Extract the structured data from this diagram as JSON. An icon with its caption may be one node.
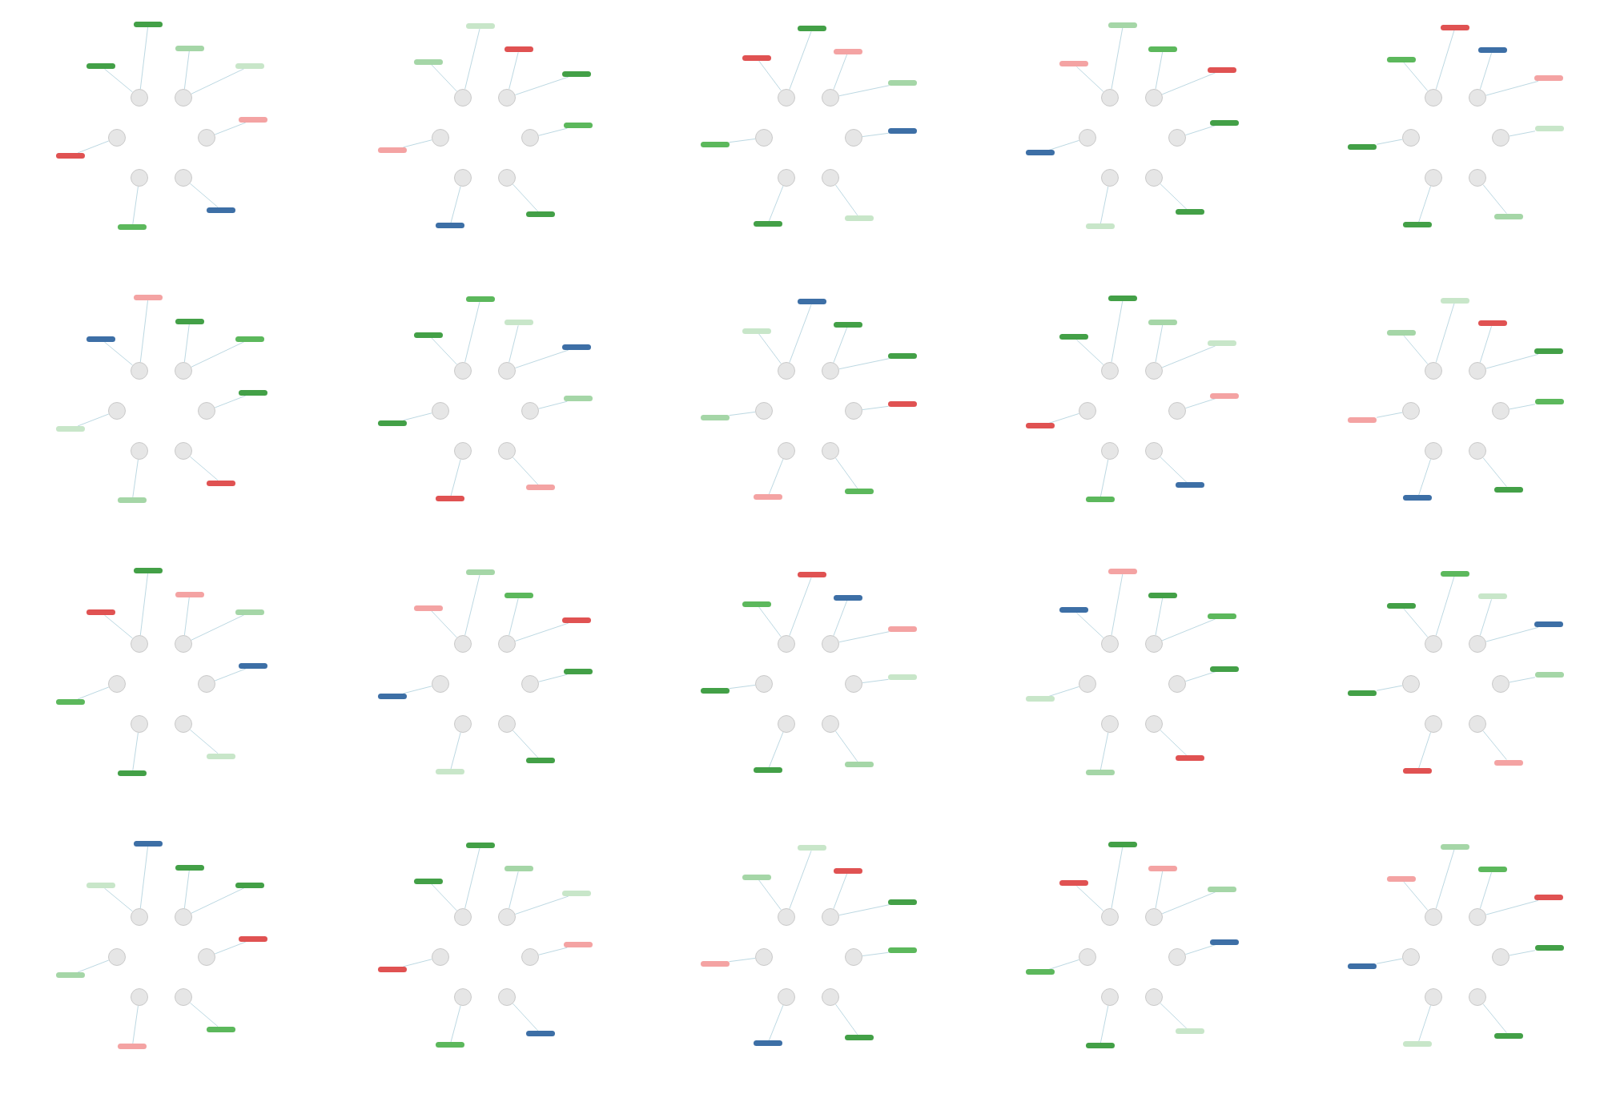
{
  "diagram": {
    "nodes": [
      {
        "text": [],
        "shape": "circle"
      },
      {
        "text": [],
        "shape": "circle"
      },
      {
        "text": [],
        "shape": "circle"
      },
      {
        "text": [],
        "shape": "circle"
      },
      {
        "text": [],
        "shape": "circle"
      },
      {
        "text": [],
        "shape": "circle"
      },
      {
        "text": [],
        "shape": "bar"
      },
      {
        "text": [],
        "shape": "bar"
      },
      {
        "text": [],
        "shape": "bar"
      },
      {
        "text": [],
        "shape": "bar"
      },
      {
        "text": [],
        "shape": "bar"
      },
      {
        "text": [],
        "shape": "bar"
      },
      {
        "text": [],
        "shape": "bar"
      },
      {
        "text": [],
        "shape": "bar"
      },
      {
        "text": [],
        "shape": "circle"
      },
      {
        "text": [],
        "shape": "circle"
      },
      {
        "text": [],
        "shape": "circle"
      },
      {
        "text": [],
        "shape": "circle"
      },
      {
        "text": [],
        "shape": "circle"
      },
      {
        "text": [],
        "shape": "circle"
      },
      {
        "text": [],
        "shape": "bar"
      },
      {
        "text": [],
        "shape": "bar"
      },
      {
        "text": [],
        "shape": "bar"
      },
      {
        "text": [],
        "shape": "bar"
      },
      {
        "text": [],
        "shape": "bar"
      },
      {
        "text": [],
        "shape": "bar"
      },
      {
        "text": [],
        "shape": "bar"
      },
      {
        "text": [],
        "shape": "bar"
      },
      {
        "text": [],
        "shape": "circle"
      },
      {
        "text": [],
        "shape": "circle"
      },
      {
        "text": [],
        "shape": "circle"
      },
      {
        "text": [],
        "shape": "circle"
      },
      {
        "text": [],
        "shape": "circle"
      },
      {
        "text": [],
        "shape": "circle"
      },
      {
        "text": [],
        "shape": "bar"
      },
      {
        "text": [],
        "shape": "bar"
      },
      {
        "text": [],
        "shape": "bar"
      },
      {
        "text": [],
        "shape": "bar"
      },
      {
        "text": [],
        "shape": "bar"
      },
      {
        "text": [],
        "shape": "bar"
      },
      {
        "text": [],
        "shape": "bar"
      },
      {
        "text": [],
        "shape": "bar"
      },
      {
        "text": [],
        "shape": "circle"
      },
      {
        "text": [],
        "shape": "circle"
      },
      {
        "text": [],
        "shape": "circle"
      },
      {
        "text": [],
        "shape": "circle"
      },
      {
        "text": [],
        "shape": "circle"
      },
      {
        "text": [],
        "shape": "circle"
      },
      {
        "text": [],
        "shape": "bar"
      },
      {
        "text": [],
        "shape": "bar"
      },
      {
        "text": [],
        "shape": "bar"
      },
      {
        "text": [],
        "shape": "bar"
      },
      {
        "text": [],
        "shape": "bar"
      },
      {
        "text": [],
        "shape": "bar"
      },
      {
        "text": [],
        "shape": "bar"
      },
      {
        "text": [],
        "shape": "bar"
      },
      {
        "text": [],
        "shape": "circle"
      },
      {
        "text": [],
        "shape": "circle"
      },
      {
        "text": [],
        "shape": "circle"
      },
      {
        "text": [],
        "shape": "circle"
      },
      {
        "text": [],
        "shape": "circle"
      },
      {
        "text": [],
        "shape": "circle"
      },
      {
        "text": [],
        "shape": "bar"
      },
      {
        "text": [],
        "shape": "bar"
      },
      {
        "text": [],
        "shape": "bar"
      },
      {
        "text": [],
        "shape": "bar"
      },
      {
        "text": [],
        "shape": "bar"
      },
      {
        "text": [],
        "shape": "bar"
      },
      {
        "text": [],
        "shape": "bar"
      },
      {
        "text": [],
        "shape": "bar"
      },
      {
        "text": [],
        "shape": "circle"
      },
      {
        "text": [],
        "shape": "circle"
      },
      {
        "text": [],
        "shape": "circle"
      },
      {
        "text": [],
        "shape": "circle"
      },
      {
        "text": [],
        "shape": "circle"
      },
      {
        "text": [],
        "shape": "circle"
      },
      {
        "text": [],
        "shape": "bar"
      },
      {
        "text": [],
        "shape": "bar"
      },
      {
        "text": [],
        "shape": "bar"
      },
      {
        "text": [],
        "shape": "bar"
      },
      {
        "text": [],
        "shape": "bar"
      },
      {
        "text": [],
        "shape": "bar"
      },
      {
        "text": [],
        "shape": "bar"
      },
      {
        "text": [],
        "shape": "bar"
      },
      {
        "text": [],
        "shape": "circle"
      },
      {
        "text": [],
        "shape": "circle"
      },
      {
        "text": [],
        "shape": "circle"
      },
      {
        "text": [],
        "shape": "circle"
      },
      {
        "text": [],
        "shape": "circle"
      },
      {
        "text": [],
        "shape": "circle"
      },
      {
        "text": [],
        "shape": "bar"
      },
      {
        "text": [],
        "shape": "bar"
      },
      {
        "text": [],
        "shape": "bar"
      },
      {
        "text": [],
        "shape": "bar"
      },
      {
        "text": [],
        "shape": "bar"
      },
      {
        "text": [],
        "shape": "bar"
      },
      {
        "text": [],
        "shape": "bar"
      },
      {
        "text": [],
        "shape": "bar"
      },
      {
        "text": [],
        "shape": "circle"
      },
      {
        "text": [],
        "shape": "circle"
      },
      {
        "text": [],
        "shape": "circle"
      },
      {
        "text": [],
        "shape": "circle"
      },
      {
        "text": [],
        "shape": "circle"
      },
      {
        "text": [],
        "shape": "circle"
      },
      {
        "text": [],
        "shape": "bar"
      },
      {
        "text": [],
        "shape": "bar"
      },
      {
        "text": [],
        "shape": "bar"
      },
      {
        "text": [],
        "shape": "bar"
      },
      {
        "text": [],
        "shape": "bar"
      },
      {
        "text": [],
        "shape": "bar"
      },
      {
        "text": [],
        "shape": "bar"
      },
      {
        "text": [],
        "shape": "bar"
      },
      {
        "text": [],
        "shape": "circle"
      },
      {
        "text": [],
        "shape": "circle"
      },
      {
        "text": [],
        "shape": "circle"
      },
      {
        "text": [],
        "shape": "circle"
      },
      {
        "text": [],
        "shape": "circle"
      },
      {
        "text": [],
        "shape": "circle"
      },
      {
        "text": [],
        "shape": "bar"
      },
      {
        "text": [],
        "shape": "bar"
      },
      {
        "text": [],
        "shape": "bar"
      },
      {
        "text": [],
        "shape": "bar"
      },
      {
        "text": [],
        "shape": "bar"
      },
      {
        "text": [],
        "shape": "bar"
      },
      {
        "text": [],
        "shape": "bar"
      },
      {
        "text": [],
        "shape": "bar"
      },
      {
        "text": [],
        "shape": "circle"
      },
      {
        "text": [],
        "shape": "circle"
      },
      {
        "text": [],
        "shape": "circle"
      },
      {
        "text": [],
        "shape": "circle"
      },
      {
        "text": [],
        "shape": "circle"
      },
      {
        "text": [],
        "shape": "circle"
      },
      {
        "text": [],
        "shape": "bar"
      },
      {
        "text": [],
        "shape": "bar"
      },
      {
        "text": [],
        "shape": "bar"
      },
      {
        "text": [],
        "shape": "bar"
      },
      {
        "text": [],
        "shape": "bar"
      },
      {
        "text": [],
        "shape": "bar"
      },
      {
        "text": [],
        "shape": "bar"
      },
      {
        "text": [],
        "shape": "bar"
      },
      {
        "text": [],
        "shape": "circle"
      },
      {
        "text": [],
        "shape": "circle"
      },
      {
        "text": [],
        "shape": "circle"
      },
      {
        "text": [],
        "shape": "circle"
      },
      {
        "text": [],
        "shape": "circle"
      },
      {
        "text": [],
        "shape": "circle"
      },
      {
        "text": [],
        "shape": "bar"
      },
      {
        "text": [],
        "shape": "bar"
      },
      {
        "text": [],
        "shape": "bar"
      },
      {
        "text": [],
        "shape": "bar"
      },
      {
        "text": [],
        "shape": "bar"
      },
      {
        "text": [],
        "shape": "bar"
      },
      {
        "text": [],
        "shape": "bar"
      },
      {
        "text": [],
        "shape": "bar"
      },
      {
        "text": [],
        "shape": "circle"
      },
      {
        "text": [],
        "shape": "circle"
      },
      {
        "text": [],
        "shape": "circle"
      },
      {
        "text": [],
        "shape": "circle"
      },
      {
        "text": [],
        "shape": "circle"
      },
      {
        "text": [],
        "shape": "circle"
      },
      {
        "text": [],
        "shape": "bar"
      },
      {
        "text": [],
        "shape": "bar"
      },
      {
        "text": [],
        "shape": "bar"
      },
      {
        "text": [],
        "shape": "bar"
      },
      {
        "text": [],
        "shape": "bar"
      },
      {
        "text": [],
        "shape": "bar"
      },
      {
        "text": [],
        "shape": "bar"
      },
      {
        "text": [],
        "shape": "bar"
      },
      {
        "text": [],
        "shape": "circle"
      },
      {
        "text": [],
        "shape": "circle"
      },
      {
        "text": [],
        "shape": "circle"
      },
      {
        "text": [],
        "shape": "circle"
      },
      {
        "text": [],
        "shape": "circle"
      },
      {
        "text": [],
        "shape": "circle"
      },
      {
        "text": [],
        "shape": "bar"
      },
      {
        "text": [],
        "shape": "bar"
      },
      {
        "text": [],
        "shape": "bar"
      },
      {
        "text": [],
        "shape": "bar"
      },
      {
        "text": [],
        "shape": "bar"
      },
      {
        "text": [],
        "shape": "bar"
      },
      {
        "text": [],
        "shape": "bar"
      },
      {
        "text": [],
        "shape": "bar"
      },
      {
        "text": [],
        "shape": "circle"
      },
      {
        "text": [],
        "shape": "circle"
      },
      {
        "text": [],
        "shape": "circle"
      },
      {
        "text": [],
        "shape": "circle"
      },
      {
        "text": [],
        "shape": "circle"
      },
      {
        "text": [],
        "shape": "circle"
      },
      {
        "text": [],
        "shape": "bar"
      },
      {
        "text": [],
        "shape": "bar"
      },
      {
        "text": [],
        "shape": "bar"
      },
      {
        "text": [],
        "shape": "bar"
      },
      {
        "text": [],
        "shape": "bar"
      },
      {
        "text": [],
        "shape": "bar"
      },
      {
        "text": [],
        "shape": "bar"
      },
      {
        "text": [],
        "shape": "bar"
      },
      {
        "text": [],
        "shape": "circle"
      },
      {
        "text": [],
        "shape": "circle"
      },
      {
        "text": [],
        "shape": "circle"
      },
      {
        "text": [],
        "shape": "circle"
      },
      {
        "text": [],
        "shape": "circle"
      },
      {
        "text": [],
        "shape": "circle"
      },
      {
        "text": [],
        "shape": "bar"
      },
      {
        "text": [],
        "shape": "bar"
      },
      {
        "text": [],
        "shape": "bar"
      },
      {
        "text": [],
        "shape": "bar"
      },
      {
        "text": [],
        "shape": "bar"
      },
      {
        "text": [],
        "shape": "bar"
      },
      {
        "text": [],
        "shape": "bar"
      },
      {
        "text": [],
        "shape": "bar"
      },
      {
        "text": [],
        "shape": "circle"
      },
      {
        "text": [],
        "shape": "circle"
      },
      {
        "text": [],
        "shape": "circle"
      },
      {
        "text": [],
        "shape": "circle"
      },
      {
        "text": [],
        "shape": "circle"
      },
      {
        "text": [],
        "shape": "circle"
      },
      {
        "text": [],
        "shape": "bar"
      },
      {
        "text": [],
        "shape": "bar"
      },
      {
        "text": [],
        "shape": "bar"
      },
      {
        "text": [],
        "shape": "bar"
      },
      {
        "text": [],
        "shape": "bar"
      },
      {
        "text": [],
        "shape": "bar"
      },
      {
        "text": [],
        "shape": "bar"
      },
      {
        "text": [],
        "shape": "bar"
      },
      {
        "text": [],
        "shape": "circle"
      },
      {
        "text": [],
        "shape": "circle"
      },
      {
        "text": [],
        "shape": "circle"
      },
      {
        "text": [],
        "shape": "circle"
      },
      {
        "text": [],
        "shape": "circle"
      },
      {
        "text": [],
        "shape": "circle"
      },
      {
        "text": [],
        "shape": "bar"
      },
      {
        "text": [],
        "shape": "bar"
      },
      {
        "text": [],
        "shape": "bar"
      },
      {
        "text": [],
        "shape": "bar"
      },
      {
        "text": [],
        "shape": "bar"
      },
      {
        "text": [],
        "shape": "bar"
      },
      {
        "text": [],
        "shape": "bar"
      },
      {
        "text": [],
        "shape": "bar"
      },
      {
        "text": [],
        "shape": "circle"
      },
      {
        "text": [],
        "shape": "circle"
      },
      {
        "text": [],
        "shape": "circle"
      },
      {
        "text": [],
        "shape": "circle"
      },
      {
        "text": [],
        "shape": "circle"
      },
      {
        "text": [],
        "shape": "circle"
      },
      {
        "text": [],
        "shape": "bar"
      },
      {
        "text": [],
        "shape": "bar"
      },
      {
        "text": [],
        "shape": "bar"
      },
      {
        "text": [],
        "shape": "bar"
      },
      {
        "text": [],
        "shape": "bar"
      },
      {
        "text": [],
        "shape": "bar"
      },
      {
        "text": [],
        "shape": "bar"
      },
      {
        "text": [],
        "shape": "bar"
      },
      {
        "text": [],
        "shape": "circle"
      },
      {
        "text": [],
        "shape": "circle"
      },
      {
        "text": [],
        "shape": "circle"
      },
      {
        "text": [],
        "shape": "circle"
      },
      {
        "text": [],
        "shape": "circle"
      },
      {
        "text": [],
        "shape": "circle"
      },
      {
        "text": [],
        "shape": "bar"
      },
      {
        "text": [],
        "shape": "bar"
      },
      {
        "text": [],
        "shape": "bar"
      },
      {
        "text": [],
        "shape": "bar"
      },
      {
        "text": [],
        "shape": "bar"
      },
      {
        "text": [],
        "shape": "bar"
      },
      {
        "text": [],
        "shape": "bar"
      },
      {
        "text": [],
        "shape": "bar"
      },
      {
        "text": [],
        "shape": "circle"
      },
      {
        "text": [],
        "shape": "circle"
      },
      {
        "text": [],
        "shape": "circle"
      },
      {
        "text": [],
        "shape": "circle"
      },
      {
        "text": [],
        "shape": "circle"
      },
      {
        "text": [],
        "shape": "circle"
      },
      {
        "text": [],
        "shape": "bar"
      },
      {
        "text": [],
        "shape": "bar"
      },
      {
        "text": [],
        "shape": "bar"
      },
      {
        "text": [],
        "shape": "bar"
      },
      {
        "text": [],
        "shape": "bar"
      },
      {
        "text": [],
        "shape": "bar"
      },
      {
        "text": [],
        "shape": "bar"
      },
      {
        "text": [],
        "shape": "bar"
      }
    ],
    "edges": [
      {
        "from": 0,
        "to": 6,
        "arrow": "none"
      },
      {
        "from": 1,
        "to": 7,
        "arrow": "none"
      },
      {
        "from": 2,
        "to": 8,
        "arrow": "none"
      },
      {
        "from": 3,
        "to": 9,
        "arrow": "none"
      },
      {
        "from": 4,
        "to": 10,
        "arrow": "none"
      },
      {
        "from": 5,
        "to": 11,
        "arrow": "none"
      },
      {
        "from": 0,
        "to": 12,
        "arrow": "none"
      },
      {
        "from": 1,
        "to": 13,
        "arrow": "none"
      },
      {
        "from": 14,
        "to": 20,
        "arrow": "none"
      },
      {
        "from": 15,
        "to": 21,
        "arrow": "none"
      },
      {
        "from": 16,
        "to": 22,
        "arrow": "none"
      },
      {
        "from": 17,
        "to": 23,
        "arrow": "none"
      },
      {
        "from": 18,
        "to": 24,
        "arrow": "none"
      },
      {
        "from": 19,
        "to": 25,
        "arrow": "none"
      },
      {
        "from": 14,
        "to": 26,
        "arrow": "none"
      },
      {
        "from": 15,
        "to": 27,
        "arrow": "none"
      },
      {
        "from": 28,
        "to": 34,
        "arrow": "none"
      },
      {
        "from": 29,
        "to": 35,
        "arrow": "none"
      },
      {
        "from": 30,
        "to": 36,
        "arrow": "none"
      },
      {
        "from": 31,
        "to": 37,
        "arrow": "none"
      },
      {
        "from": 32,
        "to": 38,
        "arrow": "none"
      },
      {
        "from": 33,
        "to": 39,
        "arrow": "none"
      },
      {
        "from": 28,
        "to": 40,
        "arrow": "none"
      },
      {
        "from": 29,
        "to": 41,
        "arrow": "none"
      },
      {
        "from": 42,
        "to": 48,
        "arrow": "none"
      },
      {
        "from": 43,
        "to": 49,
        "arrow": "none"
      },
      {
        "from": 44,
        "to": 50,
        "arrow": "none"
      },
      {
        "from": 45,
        "to": 51,
        "arrow": "none"
      },
      {
        "from": 46,
        "to": 52,
        "arrow": "none"
      },
      {
        "from": 47,
        "to": 53,
        "arrow": "none"
      },
      {
        "from": 42,
        "to": 54,
        "arrow": "none"
      },
      {
        "from": 43,
        "to": 55,
        "arrow": "none"
      },
      {
        "from": 56,
        "to": 62,
        "arrow": "none"
      },
      {
        "from": 57,
        "to": 63,
        "arrow": "none"
      },
      {
        "from": 58,
        "to": 64,
        "arrow": "none"
      },
      {
        "from": 59,
        "to": 65,
        "arrow": "none"
      },
      {
        "from": 60,
        "to": 66,
        "arrow": "none"
      },
      {
        "from": 61,
        "to": 67,
        "arrow": "none"
      },
      {
        "from": 56,
        "to": 68,
        "arrow": "none"
      },
      {
        "from": 57,
        "to": 69,
        "arrow": "none"
      },
      {
        "from": 70,
        "to": 76,
        "arrow": "none"
      },
      {
        "from": 71,
        "to": 77,
        "arrow": "none"
      },
      {
        "from": 72,
        "to": 78,
        "arrow": "none"
      },
      {
        "from": 73,
        "to": 79,
        "arrow": "none"
      },
      {
        "from": 74,
        "to": 80,
        "arrow": "none"
      },
      {
        "from": 75,
        "to": 81,
        "arrow": "none"
      },
      {
        "from": 70,
        "to": 82,
        "arrow": "none"
      },
      {
        "from": 71,
        "to": 83,
        "arrow": "none"
      },
      {
        "from": 84,
        "to": 90,
        "arrow": "none"
      },
      {
        "from": 85,
        "to": 91,
        "arrow": "none"
      },
      {
        "from": 86,
        "to": 92,
        "arrow": "none"
      },
      {
        "from": 87,
        "to": 93,
        "arrow": "none"
      },
      {
        "from": 88,
        "to": 94,
        "arrow": "none"
      },
      {
        "from": 89,
        "to": 95,
        "arrow": "none"
      },
      {
        "from": 84,
        "to": 96,
        "arrow": "none"
      },
      {
        "from": 85,
        "to": 97,
        "arrow": "none"
      },
      {
        "from": 98,
        "to": 104,
        "arrow": "none"
      },
      {
        "from": 99,
        "to": 105,
        "arrow": "none"
      },
      {
        "from": 100,
        "to": 106,
        "arrow": "none"
      },
      {
        "from": 101,
        "to": 107,
        "arrow": "none"
      },
      {
        "from": 102,
        "to": 108,
        "arrow": "none"
      },
      {
        "from": 103,
        "to": 109,
        "arrow": "none"
      },
      {
        "from": 98,
        "to": 110,
        "arrow": "none"
      },
      {
        "from": 99,
        "to": 111,
        "arrow": "none"
      },
      {
        "from": 112,
        "to": 118,
        "arrow": "none"
      },
      {
        "from": 113,
        "to": 119,
        "arrow": "none"
      },
      {
        "from": 114,
        "to": 120,
        "arrow": "none"
      },
      {
        "from": 115,
        "to": 121,
        "arrow": "none"
      },
      {
        "from": 116,
        "to": 122,
        "arrow": "none"
      },
      {
        "from": 117,
        "to": 123,
        "arrow": "none"
      },
      {
        "from": 112,
        "to": 124,
        "arrow": "none"
      },
      {
        "from": 113,
        "to": 125,
        "arrow": "none"
      },
      {
        "from": 126,
        "to": 132,
        "arrow": "none"
      },
      {
        "from": 127,
        "to": 133,
        "arrow": "none"
      },
      {
        "from": 128,
        "to": 134,
        "arrow": "none"
      },
      {
        "from": 129,
        "to": 135,
        "arrow": "none"
      },
      {
        "from": 130,
        "to": 136,
        "arrow": "none"
      },
      {
        "from": 131,
        "to": 137,
        "arrow": "none"
      },
      {
        "from": 126,
        "to": 138,
        "arrow": "none"
      },
      {
        "from": 127,
        "to": 139,
        "arrow": "none"
      },
      {
        "from": 140,
        "to": 146,
        "arrow": "none"
      },
      {
        "from": 141,
        "to": 147,
        "arrow": "none"
      },
      {
        "from": 142,
        "to": 148,
        "arrow": "none"
      },
      {
        "from": 143,
        "to": 149,
        "arrow": "none"
      },
      {
        "from": 144,
        "to": 150,
        "arrow": "none"
      },
      {
        "from": 145,
        "to": 151,
        "arrow": "none"
      },
      {
        "from": 140,
        "to": 152,
        "arrow": "none"
      },
      {
        "from": 141,
        "to": 153,
        "arrow": "none"
      },
      {
        "from": 154,
        "to": 160,
        "arrow": "none"
      },
      {
        "from": 155,
        "to": 161,
        "arrow": "none"
      },
      {
        "from": 156,
        "to": 162,
        "arrow": "none"
      },
      {
        "from": 157,
        "to": 163,
        "arrow": "none"
      },
      {
        "from": 158,
        "to": 164,
        "arrow": "none"
      },
      {
        "from": 159,
        "to": 165,
        "arrow": "none"
      },
      {
        "from": 154,
        "to": 166,
        "arrow": "none"
      },
      {
        "from": 155,
        "to": 167,
        "arrow": "none"
      },
      {
        "from": 168,
        "to": 174,
        "arrow": "none"
      },
      {
        "from": 169,
        "to": 175,
        "arrow": "none"
      },
      {
        "from": 170,
        "to": 176,
        "arrow": "none"
      },
      {
        "from": 171,
        "to": 177,
        "arrow": "none"
      },
      {
        "from": 172,
        "to": 178,
        "arrow": "none"
      },
      {
        "from": 173,
        "to": 179,
        "arrow": "none"
      },
      {
        "from": 168,
        "to": 180,
        "arrow": "none"
      },
      {
        "from": 169,
        "to": 181,
        "arrow": "none"
      },
      {
        "from": 182,
        "to": 188,
        "arrow": "none"
      },
      {
        "from": 183,
        "to": 189,
        "arrow": "none"
      },
      {
        "from": 184,
        "to": 190,
        "arrow": "none"
      },
      {
        "from": 185,
        "to": 191,
        "arrow": "none"
      },
      {
        "from": 186,
        "to": 192,
        "arrow": "none"
      },
      {
        "from": 187,
        "to": 193,
        "arrow": "none"
      },
      {
        "from": 182,
        "to": 194,
        "arrow": "none"
      },
      {
        "from": 183,
        "to": 195,
        "arrow": "none"
      },
      {
        "from": 196,
        "to": 202,
        "arrow": "none"
      },
      {
        "from": 197,
        "to": 203,
        "arrow": "none"
      },
      {
        "from": 198,
        "to": 204,
        "arrow": "none"
      },
      {
        "from": 199,
        "to": 205,
        "arrow": "none"
      },
      {
        "from": 200,
        "to": 206,
        "arrow": "none"
      },
      {
        "from": 201,
        "to": 207,
        "arrow": "none"
      },
      {
        "from": 196,
        "to": 208,
        "arrow": "none"
      },
      {
        "from": 197,
        "to": 209,
        "arrow": "none"
      },
      {
        "from": 210,
        "to": 216,
        "arrow": "none"
      },
      {
        "from": 211,
        "to": 217,
        "arrow": "none"
      },
      {
        "from": 212,
        "to": 218,
        "arrow": "none"
      },
      {
        "from": 213,
        "to": 219,
        "arrow": "none"
      },
      {
        "from": 214,
        "to": 220,
        "arrow": "none"
      },
      {
        "from": 215,
        "to": 221,
        "arrow": "none"
      },
      {
        "from": 210,
        "to": 222,
        "arrow": "none"
      },
      {
        "from": 211,
        "to": 223,
        "arrow": "none"
      },
      {
        "from": 224,
        "to": 230,
        "arrow": "none"
      },
      {
        "from": 225,
        "to": 231,
        "arrow": "none"
      },
      {
        "from": 226,
        "to": 232,
        "arrow": "none"
      },
      {
        "from": 227,
        "to": 233,
        "arrow": "none"
      },
      {
        "from": 228,
        "to": 234,
        "arrow": "none"
      },
      {
        "from": 229,
        "to": 235,
        "arrow": "none"
      },
      {
        "from": 224,
        "to": 236,
        "arrow": "none"
      },
      {
        "from": 225,
        "to": 237,
        "arrow": "none"
      },
      {
        "from": 238,
        "to": 244,
        "arrow": "none"
      },
      {
        "from": 239,
        "to": 245,
        "arrow": "none"
      },
      {
        "from": 240,
        "to": 246,
        "arrow": "none"
      },
      {
        "from": 241,
        "to": 247,
        "arrow": "none"
      },
      {
        "from": 242,
        "to": 248,
        "arrow": "none"
      },
      {
        "from": 243,
        "to": 249,
        "arrow": "none"
      },
      {
        "from": 238,
        "to": 250,
        "arrow": "none"
      },
      {
        "from": 239,
        "to": 251,
        "arrow": "none"
      },
      {
        "from": 252,
        "to": 258,
        "arrow": "none"
      },
      {
        "from": 253,
        "to": 259,
        "arrow": "none"
      },
      {
        "from": 254,
        "to": 260,
        "arrow": "none"
      },
      {
        "from": 255,
        "to": 261,
        "arrow": "none"
      },
      {
        "from": 256,
        "to": 262,
        "arrow": "none"
      },
      {
        "from": 257,
        "to": 263,
        "arrow": "none"
      },
      {
        "from": 252,
        "to": 264,
        "arrow": "none"
      },
      {
        "from": 253,
        "to": 265,
        "arrow": "none"
      },
      {
        "from": 266,
        "to": 272,
        "arrow": "none"
      },
      {
        "from": 267,
        "to": 273,
        "arrow": "none"
      },
      {
        "from": 268,
        "to": 274,
        "arrow": "none"
      },
      {
        "from": 269,
        "to": 275,
        "arrow": "none"
      },
      {
        "from": 270,
        "to": 276,
        "arrow": "none"
      },
      {
        "from": 271,
        "to": 277,
        "arrow": "none"
      },
      {
        "from": 266,
        "to": 278,
        "arrow": "none"
      },
      {
        "from": 267,
        "to": 279,
        "arrow": "none"
      }
    ]
  }
}
